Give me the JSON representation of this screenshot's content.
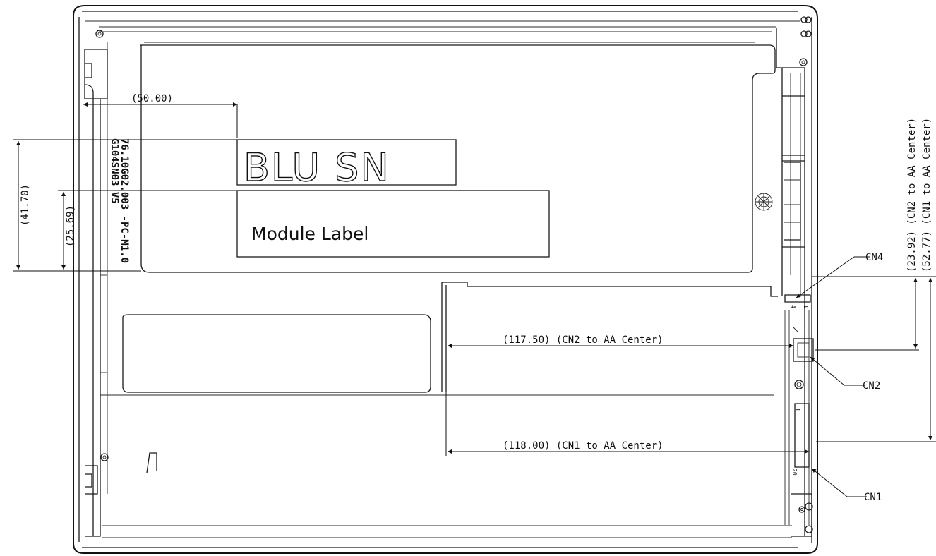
{
  "labels": {
    "blu_sn": "BLU SN",
    "module_label": "Module Label",
    "part_line1": "76.10G02.003 -PC-M1.0",
    "part_line2": "G104SN03 V5",
    "cn1": "CN1",
    "cn2": "CN2",
    "cn4": "CN4"
  },
  "dimensions": {
    "d_50": "(50.00)",
    "d_41_70": "(41.70)",
    "d_25_69": "(25.69)",
    "d_117_50": "(117.50) (CN2 to AA Center)",
    "d_118_00": "(118.00) (CN1 to AA Center)",
    "d_23_92": "(23.92) (CN2 to AA Center)",
    "d_52_77": "(52.77) (CN1 to AA Center)"
  },
  "marks": {
    "pin_4": "4",
    "pin_1a": "1",
    "pin_1b": "1",
    "pin_20": "20"
  }
}
